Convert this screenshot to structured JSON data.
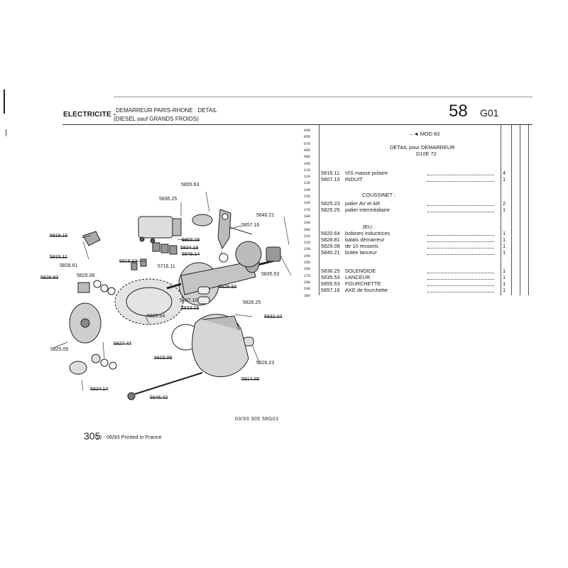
{
  "header": {
    "section": "ELECTRICITE -",
    "title_line1": "DEMARREUR PARIS-RHONE : DETAIL",
    "title_line2": "(DIESEL sauf GRANDS FROIDS)",
    "page_number": "58",
    "page_code": "G01"
  },
  "line_numbers": [
    "040",
    "050",
    "070",
    "080",
    "090",
    "100",
    "110",
    "120",
    "130",
    "140",
    "150",
    "160",
    "170",
    "180",
    "190",
    "200",
    "210",
    "220",
    "230",
    "240",
    "250",
    "260",
    "270",
    "280",
    "290",
    "300"
  ],
  "parts_panel": {
    "model_note": "→◄ MOD 83",
    "title1": "DETAIL pour DEMARREUR",
    "title2": "D10E 72",
    "group_coussinet": "COUSSINET :",
    "group_jeu": "JEU :",
    "items": [
      {
        "code": "5816.11",
        "desc": "VIS masse polaire",
        "qty": "4"
      },
      {
        "code": "5807.10",
        "desc": "INDUIT",
        "qty": "1"
      },
      {
        "code": "5825.23",
        "desc": "palier AV et AR",
        "qty": "2"
      },
      {
        "code": "5825.25",
        "desc": "palier intermédiaire",
        "qty": "1"
      },
      {
        "code": "5820.64",
        "desc": "bobines inductrices",
        "qty": "1"
      },
      {
        "code": "5828.81",
        "desc": "balais démarreur",
        "qty": "1"
      },
      {
        "code": "5829.08",
        "desc": "de 10 ressorts",
        "qty": "1"
      },
      {
        "code": "5840.21",
        "desc": "butée lanceur",
        "qty": "1"
      },
      {
        "code": "5836.25",
        "desc": "SOLENOIDE",
        "qty": "1"
      },
      {
        "code": "5835.53",
        "desc": "LANCEUR",
        "qty": "1"
      },
      {
        "code": "5855.63",
        "desc": "FOURCHETTE",
        "qty": "1"
      },
      {
        "code": "5857.16",
        "desc": "AXE de fourchette",
        "qty": "1"
      }
    ]
  },
  "diagram_labels": [
    {
      "text": "5855.63",
      "strike": false
    },
    {
      "text": "5836.25",
      "strike": false
    },
    {
      "text": "5840.21",
      "strike": false
    },
    {
      "text": "5857.16",
      "strike": false
    },
    {
      "text": "5819.16",
      "strike": true
    },
    {
      "text": "5858.09",
      "strike": true
    },
    {
      "text": "5834.18",
      "strike": true
    },
    {
      "text": "5849.14",
      "strike": true
    },
    {
      "text": "5815.11",
      "strike": true
    },
    {
      "text": "5819.12",
      "strike": true
    },
    {
      "text": "5716.11",
      "strike": false
    },
    {
      "text": "5828.81",
      "strike": false
    },
    {
      "text": "5829.08",
      "strike": false
    },
    {
      "text": "5826.83",
      "strike": true
    },
    {
      "text": "5835.53",
      "strike": false
    },
    {
      "text": "5826.83",
      "strike": true
    },
    {
      "text": "5807.10",
      "strike": false
    },
    {
      "text": "5826.25",
      "strike": false
    },
    {
      "text": "5833.19",
      "strike": true
    },
    {
      "text": "5832.10",
      "strike": true
    },
    {
      "text": "5820.64",
      "strike": false
    },
    {
      "text": "5825.05",
      "strike": false
    },
    {
      "text": "5827.47",
      "strike": true
    },
    {
      "text": "5815.09",
      "strike": true
    },
    {
      "text": "5826.23",
      "strike": false
    },
    {
      "text": "5814.06",
      "strike": true
    },
    {
      "text": "5824.14",
      "strike": true
    },
    {
      "text": "5846.42",
      "strike": true
    }
  ],
  "footer": {
    "ref": "03/93  305  58G01",
    "page": "305",
    "print_note": "(0) - 06/93 Printed in France"
  }
}
